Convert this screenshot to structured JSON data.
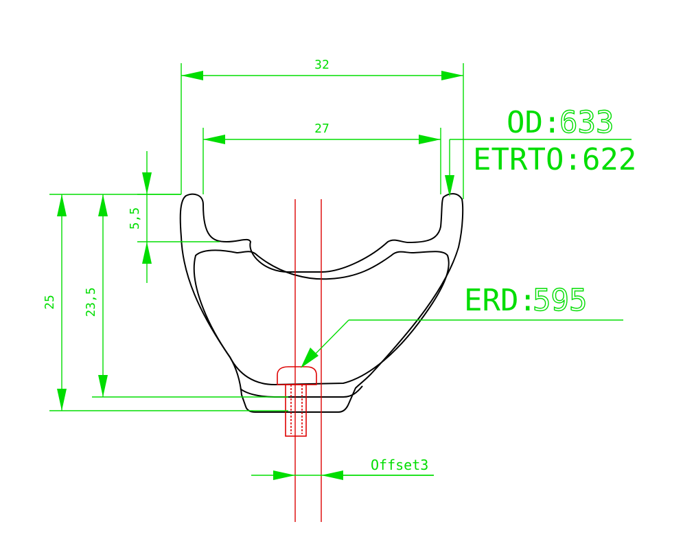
{
  "dimensions": {
    "outer_width": "32",
    "inner_width": "27",
    "hook_depth": "5,5",
    "total_height": "25",
    "inner_height": "23,5",
    "offset": "Offset3"
  },
  "labels": {
    "od_key": "OD:",
    "od_value": "633",
    "etrto": "ETRTO:622",
    "erd_key": "ERD:",
    "erd_value": "595"
  },
  "colors": {
    "dimension": "#00dd00",
    "profile": "#000000",
    "centerline": "#dd0000"
  }
}
